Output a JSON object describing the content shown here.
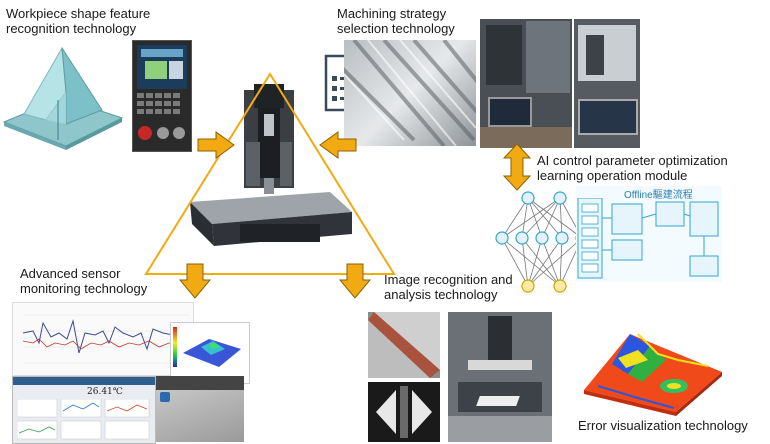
{
  "labels": {
    "workpiece": "Workpiece shape feature\nrecognition technology",
    "machining": "Machining strategy\nselection technology",
    "ai": "AI control parameter optimization\nlearning operation module",
    "sensor": "Advanced sensor\nmonitoring technology",
    "image": "Image recognition and\nanalysis technology",
    "error": "Error visualization technology"
  },
  "flowchart": {
    "title": "Offline驅建流程"
  },
  "dashboard": {
    "temperature": "26.41℃"
  },
  "colors": {
    "arrow": "#f2aa12",
    "arrow_stroke": "#8a6000",
    "triangle": "#f2aa12",
    "node_fill": "#ffe9a3",
    "node_fill_blue": "#e3f1fb",
    "flow_border": "#33a6cc"
  }
}
